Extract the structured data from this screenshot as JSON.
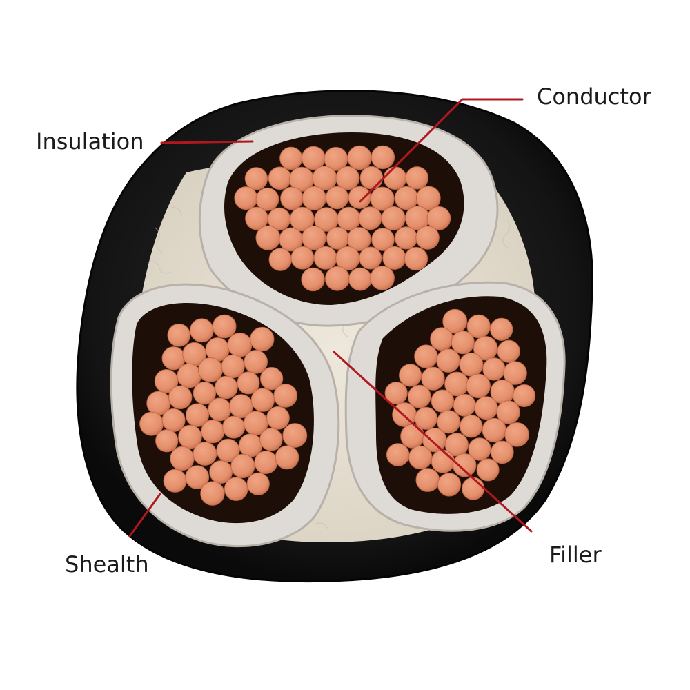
{
  "labels": {
    "insulation": "Insulation",
    "conductor": "Conductor",
    "shealth": "Shealth",
    "filler": "Filler"
  },
  "colors": {
    "sheath": "#141414",
    "sheath_edge": "#2a2a2a",
    "filler": "#e4ddcf",
    "insulation": "#dcd8d4",
    "insulation_edge": "#b9b3ad",
    "copper": "#e48f6c",
    "copper_dark": "#c06a4a",
    "copper_gap": "#1d0f08",
    "leader": "#b01820"
  }
}
